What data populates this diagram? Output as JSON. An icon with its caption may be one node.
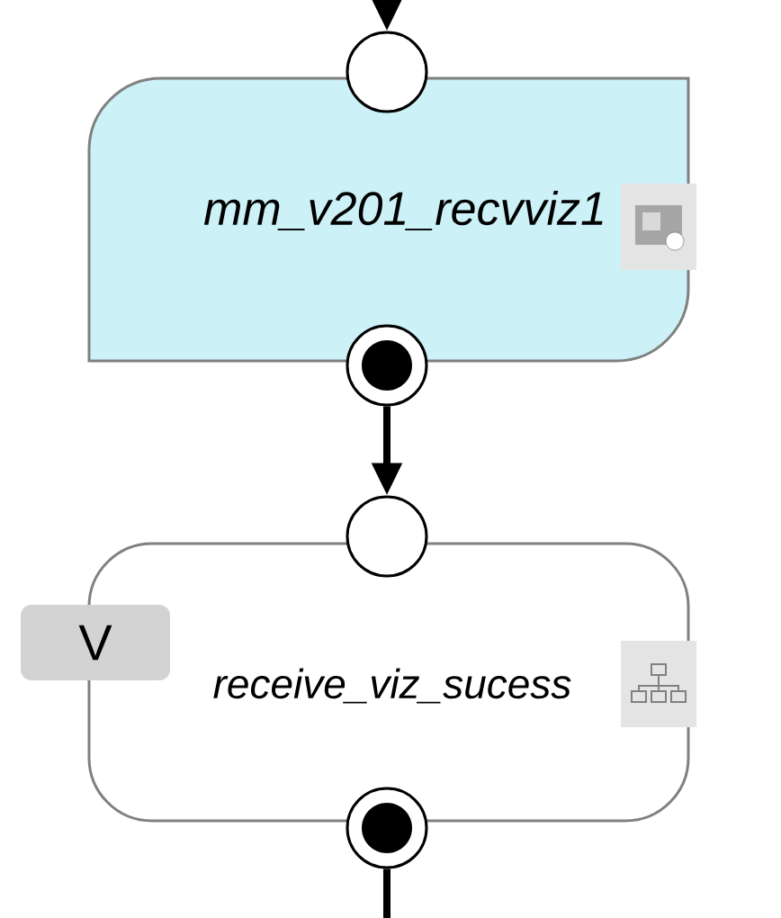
{
  "diagram": {
    "nodes": [
      {
        "text": [],
        "shape": "circle"
      },
      {
        "text": [
          "mm_v201_recvviz1"
        ]
      },
      {
        "text": [],
        "shape": "circle"
      },
      {
        "text": [],
        "shape": "circle"
      },
      {
        "text": [
          "receive_viz_sucess"
        ]
      },
      {
        "text": [
          "V"
        ]
      },
      {
        "text": [],
        "shape": "circle"
      }
    ],
    "edges": [
      {
        "from": null,
        "to": 0,
        "arrow": "to"
      },
      {
        "from": 2,
        "to": 3,
        "arrow": "to"
      },
      {
        "from": 6,
        "to": null,
        "arrow": "none"
      }
    ]
  }
}
